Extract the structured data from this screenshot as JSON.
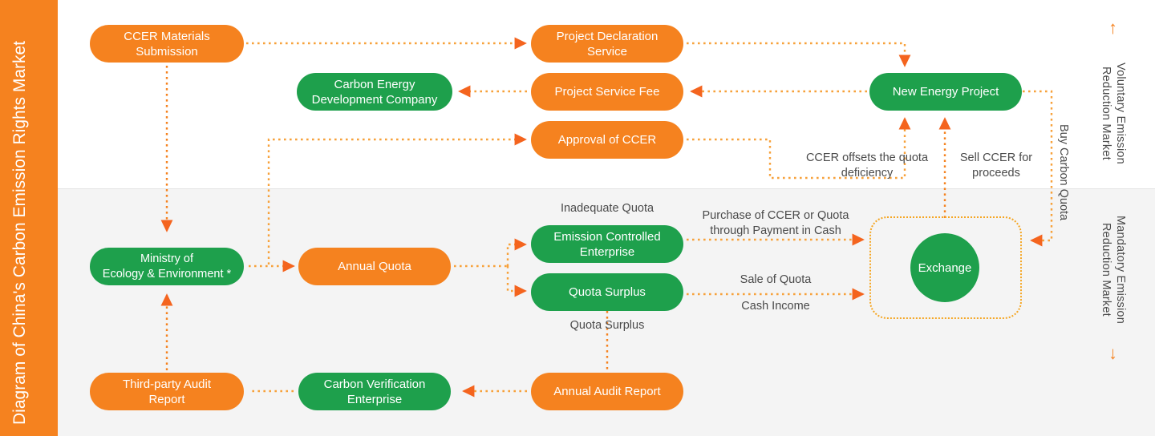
{
  "title": "Diagram of China's Carbon Emission Rights Market",
  "sections": {
    "top_market": {
      "label": "Voluntary Emission\nReduction Market",
      "arrow": "up-arrow-icon",
      "glyph": "↑"
    },
    "bottom_market": {
      "label": "Mandatory Emission\nReduction Market",
      "arrow": "down-arrow-icon",
      "glyph": "↓"
    }
  },
  "nodes": {
    "ccer_materials_submission": "CCER Materials\nSubmission",
    "project_declaration_service": "Project Declaration\nService",
    "carbon_energy_development_company": "Carbon Energy\nDevelopment Company",
    "project_service_fee": "Project Service Fee",
    "approval_of_ccer": "Approval of CCER",
    "new_energy_project": "New Energy Project",
    "ministry_of_ecology": "Ministry of\nEcology & Environment *",
    "annual_quota": "Annual Quota",
    "emission_controlled_enterprise": "Emission Controlled\nEnterprise",
    "quota_surplus": "Quota Surplus",
    "exchange": "Exchange",
    "third_party_audit_report": "Third-party Audit\nReport",
    "carbon_verification_enterprise": "Carbon Verification\nEnterprise",
    "annual_audit_report": "Annual Audit Report"
  },
  "edge_labels": {
    "ccer_offsets": "CCER offsets the quota\ndeficiency",
    "sell_ccer": "Sell CCER for\nproceeds",
    "buy_carbon_quota": "Buy Carbon Quota",
    "inadequate_quota": "Inadequate Quota",
    "quota_surplus_out": "Quota Surplus",
    "purchase_ccer_quota": "Purchase of CCER or Quota\nthrough Payment in Cash",
    "sale_of_quota": "Sale of Quota",
    "cash_income": "Cash Income"
  },
  "colors": {
    "orange": "#f5821f",
    "green": "#1ea04c",
    "amber": "#f7a13a",
    "band_bottom": "#f4f4f4",
    "text_dark": "#4a4a4a"
  }
}
